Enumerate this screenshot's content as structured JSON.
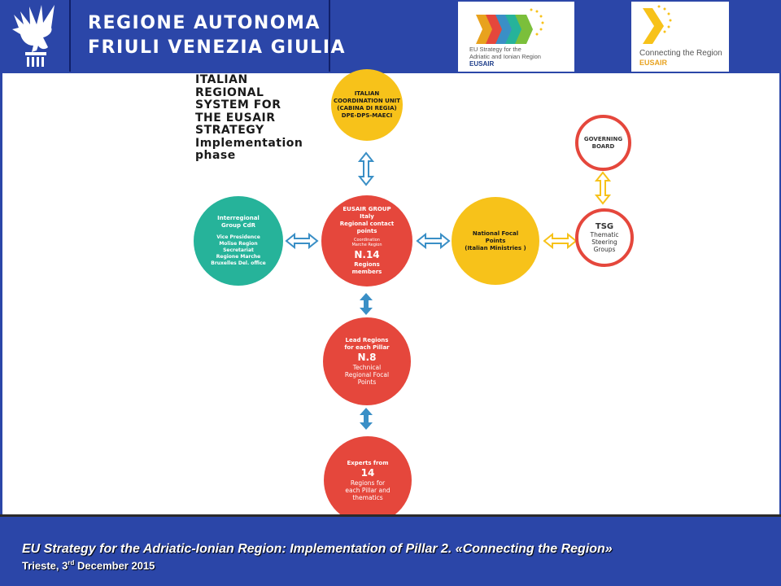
{
  "header": {
    "title_line1": "REGIONE AUTONOMA",
    "title_line2": "FRIULI VENEZIA GIULIA",
    "logo1": {
      "line1": "EU Strategy for the",
      "line2": "Adriatic and Ionian Region",
      "brand": "EUSAIR"
    },
    "logo2": {
      "line1": "Connecting the Region",
      "brand": "EUSAIR"
    }
  },
  "system_title": [
    "ITALIAN",
    "REGIONAL",
    "SYSTEM FOR",
    "THE EUSAIR",
    "STRATEGY",
    "Implementation",
    "phase"
  ],
  "nodes": {
    "coordination": [
      "ITALIAN",
      "COORDINATION UNIT",
      "(CABINA DI REGIA)",
      "DPE-DPS-MAECI"
    ],
    "group": {
      "lines": [
        "EUSAIR GROUP",
        "Italy",
        "Regional contact",
        "points"
      ],
      "small": [
        "Coordination",
        "Marche Region"
      ],
      "count": "N.14",
      "tail": [
        "Regions",
        "members"
      ]
    },
    "interregional": {
      "lines": [
        "Interregional",
        "Group CdR"
      ],
      "details": [
        "Vice Presidence",
        "Molise Region",
        "Secretariat",
        "Regione Marche",
        "Bruxelles Del. office"
      ]
    },
    "national": [
      "National Focal",
      "Points",
      "(Italian Ministries )"
    ],
    "governing": [
      "GOVERNING",
      "BOARD"
    ],
    "tsg": {
      "abbr": "TSG",
      "lines": [
        "Thematic",
        "Steering",
        "Groups"
      ]
    },
    "lead": {
      "lines": [
        "Lead Regions",
        "for each Pillar"
      ],
      "count": "N.8",
      "tail": [
        "Technical",
        "Regional Focal",
        "Points"
      ]
    },
    "experts": {
      "lines": [
        "Experts from"
      ],
      "count": "14",
      "tail": [
        "Regions for",
        "each Pillar and",
        "thematics"
      ]
    }
  },
  "footer": {
    "title": "EU Strategy for the Adriatic-Ionian Region: Implementation of  Pillar 2. «Connecting the Region»",
    "date_prefix": "Trieste, 3",
    "date_sup": "rd",
    "date_suffix": " December 2015"
  },
  "colors": {
    "header_blue": "#2b46a8",
    "yellow": "#f7c21a",
    "red": "#e5473c",
    "green": "#26b39a",
    "arrow_blue": "#3a8fc6"
  }
}
